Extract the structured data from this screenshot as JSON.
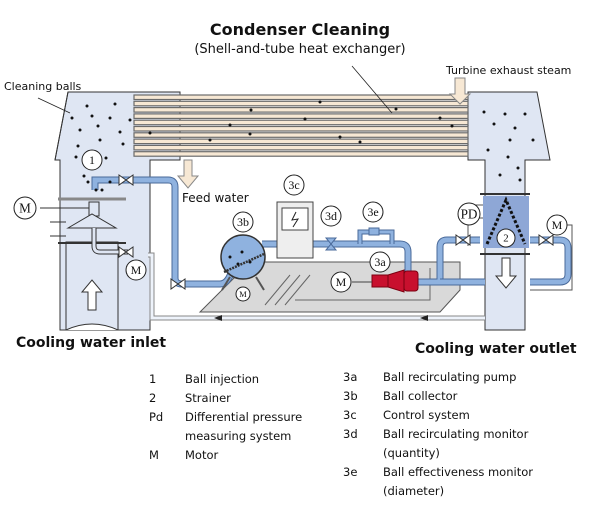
{
  "header": {
    "title": "Condenser Cleaning",
    "subtitle": "(Shell-and-tube heat exchanger)"
  },
  "callouts": {
    "cleaning_balls": "Cleaning balls",
    "turbine_exhaust_steam": "Turbine exhaust steam",
    "feed_water": "Feed water",
    "cooling_water_inlet": "Cooling water inlet",
    "cooling_water_outlet": "Cooling water outlet"
  },
  "markers": {
    "ball_injection": "1",
    "strainer": "2",
    "pump": "3a",
    "collector": "3b",
    "control": "3c",
    "recirc_monitor": "3d",
    "effectiveness_monitor": "3e",
    "diff_pressure": "PD",
    "motor": "M"
  },
  "colors": {
    "water_box": "#dfe6f3",
    "pipe": "#8fb2df",
    "pipe_border": "#4a6a9a",
    "tube": "#f7e8d4",
    "tube_border": "#6b6b6b",
    "pump": "#c8102e",
    "platform": "#d9d9d9",
    "strainer": "#8ea7d6"
  },
  "legend": {
    "left": [
      {
        "code": "1",
        "desc": "Ball injection"
      },
      {
        "code": "2",
        "desc": "Strainer"
      },
      {
        "code": "Pd",
        "desc": "Differential pressure"
      },
      {
        "code": "",
        "desc": "measuring system"
      },
      {
        "code": "M",
        "desc": "Motor"
      }
    ],
    "right": [
      {
        "code": "3a",
        "desc": "Ball recirculating pump"
      },
      {
        "code": "3b",
        "desc": "Ball collector"
      },
      {
        "code": "3c",
        "desc": "Control system"
      },
      {
        "code": "3d",
        "desc": "Ball recirculating monitor"
      },
      {
        "code": "",
        "desc": "(quantity)"
      },
      {
        "code": "3e",
        "desc": "Ball effectiveness monitor"
      },
      {
        "code": "",
        "desc": "(diameter)"
      }
    ]
  }
}
